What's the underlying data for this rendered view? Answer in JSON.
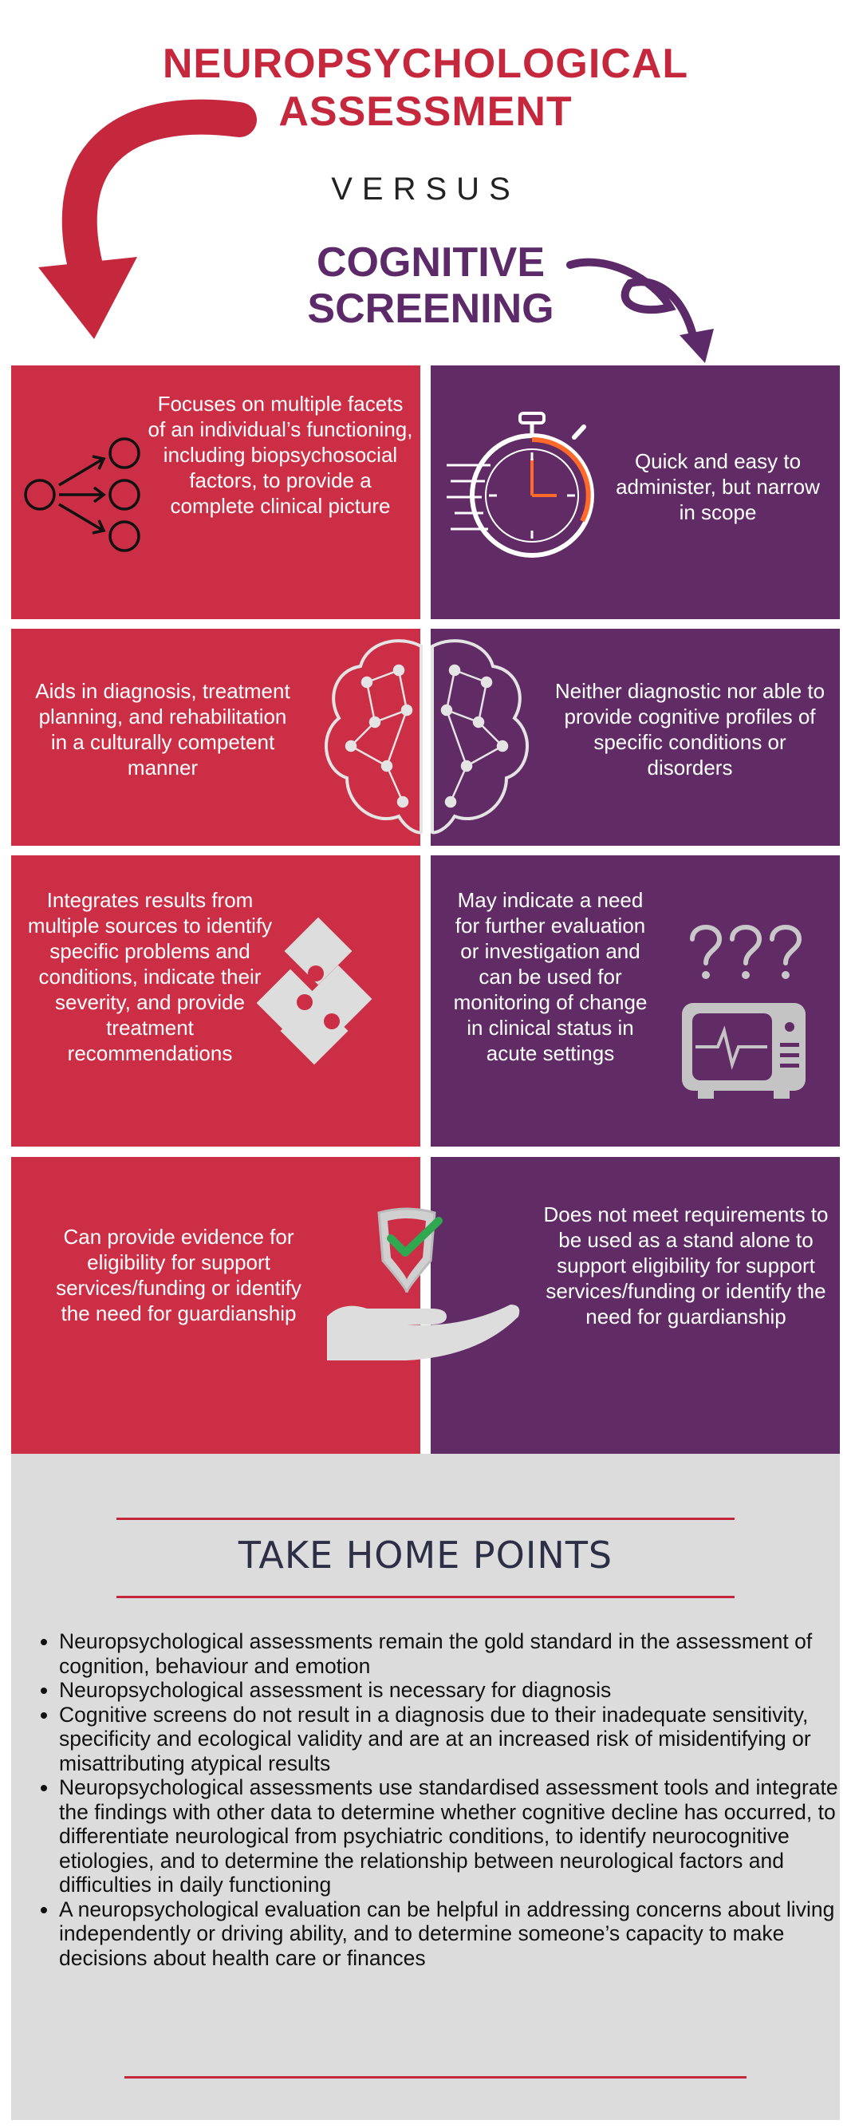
{
  "header": {
    "title_line1": "NEUROPSYCHOLOGICAL",
    "title_line2": "ASSESSMENT",
    "versus": "VERSUS",
    "subtitle_line1": "COGNITIVE",
    "subtitle_line2": "SCREENING"
  },
  "comparison": [
    {
      "neuro": "Focuses on multiple facets of an individual’s functioning, including biopsychosocial factors, to provide a complete clinical picture",
      "screening": "Quick and easy to administer, but narrow in scope"
    },
    {
      "neuro": "Aids in diagnosis, treatment planning, and rehabilitation in a culturally competent manner",
      "screening": "Neither diagnostic nor able to provide cognitive profiles of specific conditions or disorders"
    },
    {
      "neuro": "Integrates results from multiple sources to identify specific problems and conditions, indicate their severity, and provide treatment recommendations",
      "screening": "May indicate a need for further evaluation or investigation and can be used for monitoring of change in clinical status in acute settings"
    },
    {
      "neuro": "Can provide evidence for eligibility for support services/funding or identify the need for guardianship",
      "screening": "Does not meet requirements to be used as a stand alone to support eligibility for support services/funding or identify the need for guardianship"
    }
  ],
  "icons": [
    "network-arrows-icon",
    "stopwatch-icon",
    "brain-icon",
    "puzzle-icon",
    "question-marks-icon",
    "monitor-icon",
    "shield-check-hand-icon"
  ],
  "colors": {
    "neuro_red": "#cc2e45",
    "screening_purple": "#612c65",
    "title_red": "#c5283d",
    "panel_grey": "#dcdcdc"
  },
  "take_home": {
    "title": "TAKE HOME POINTS",
    "points": [
      "Neuropsychological assessments remain the gold standard in the assessment of cognition, behaviour and emotion",
      "Neuropsychological assessment is necessary for diagnosis",
      "Cognitive screens do not result in a diagnosis due to their inadequate sensitivity, specificity and ecological validity and are at an increased risk of misidentifying or misattributing atypical results",
      "Neuropsychological assessments use standardised assessment tools and integrate the findings with other data to determine whether cognitive decline has occurred, to differentiate neurological from psychiatric conditions, to identify neurocognitive etiologies, and to determine the relationship between neurological factors and difficulties in daily functioning",
      "A neuropsychological evaluation can be helpful in addressing concerns about living independently or driving ability, and to determine someone’s capacity to make decisions about health care or finances"
    ]
  }
}
